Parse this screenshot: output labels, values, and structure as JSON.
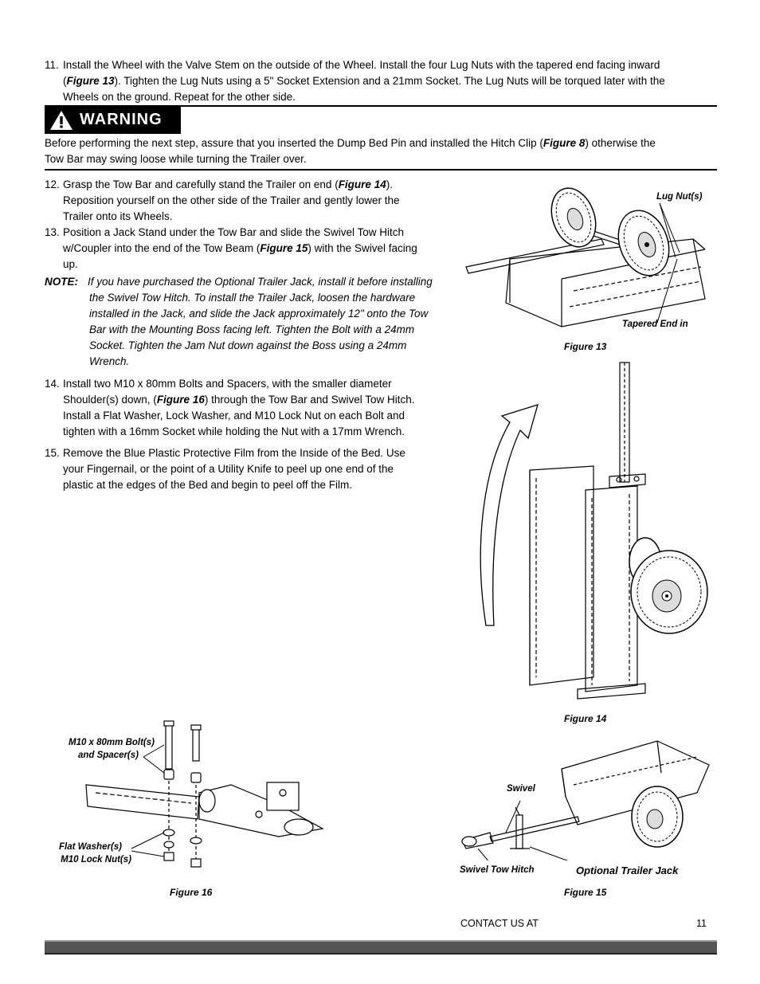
{
  "step11": {
    "num": "11.",
    "line1": "Install the Wheel with the Valve Stem on the outside of the Wheel.  Install the four Lug Nuts with the tapered end facing inward",
    "line2_pre": "(",
    "line2_ref": "Figure 13",
    "line2_post": ").  Tighten the Lug Nuts using a 5\" Socket Extension and a 21mm Socket.  The Lug Nuts will be torqued later with the",
    "line3": "Wheels on the ground.  Repeat for the other side."
  },
  "warning": {
    "label": "WARNING",
    "line1_pre": "Before performing the next step, assure that you inserted the Dump Bed Pin and installed the Hitch Clip (",
    "line1_ref": "Figure 8",
    "line1_post": ") otherwise the",
    "line2": "Tow Bar may swing loose while turning the Trailer over."
  },
  "step12": {
    "num": "12.",
    "line1_pre": "Grasp the Tow Bar and carefully stand the Trailer on end (",
    "line1_ref": "Figure 14",
    "line1_post": ").",
    "line2": "Reposition yourself on the other side of the Trailer and gently lower the",
    "line3": "Trailer onto its Wheels."
  },
  "step13": {
    "num": "13.",
    "line1": "Position a Jack Stand under the Tow Bar and slide the Swivel Tow Hitch",
    "line2_pre": "w/Coupler into the end of the Tow Beam (",
    "line2_ref": "Figure 15",
    "line2_post": ") with the Swivel facing",
    "line3": "up."
  },
  "note": {
    "label": "NOTE:",
    "line1": "If you have purchased the Optional Trailer Jack, install it before installing",
    "line2": "the Swivel Tow Hitch.  To install the Trailer Jack, loosen the hardware",
    "line3": "installed in the Jack, and slide the Jack approximately 12\" onto the Tow",
    "line4": "Bar with the Mounting Boss facing left.  Tighten the Bolt with a 24mm",
    "line5": "Socket.  Tighten the Jam Nut down against the Boss using a 24mm",
    "line6": "Wrench."
  },
  "step14": {
    "num": "14.",
    "line1": "Install two M10 x 80mm Bolts and Spacers, with the smaller diameter",
    "line2_pre": "Shoulder(s) down, (",
    "line2_ref": "Figure 16",
    "line2_post": ") through the Tow Bar and Swivel Tow Hitch.",
    "line3": "Install a Flat Washer, Lock Washer, and M10 Lock Nut on each Bolt and",
    "line4": "tighten with a 16mm Socket while holding the Nut with a 17mm Wrench."
  },
  "step15": {
    "num": "15.",
    "line1": "Remove the Blue Plastic Protective Film from the Inside of the Bed.  Use",
    "line2": "your Fingernail, or the point of a Utility Knife to peel up one end of the",
    "line3": "plastic at the edges of the Bed and begin to peel off the Film."
  },
  "figure13": {
    "caption": "Figure 13",
    "callout_lug": "Lug Nut(s)",
    "callout_tapered": "Tapered End in"
  },
  "figure14": {
    "caption": "Figure 14"
  },
  "figure15": {
    "caption": "Figure 15",
    "callout_swivel": "Swivel",
    "callout_hitch": "Swivel Tow Hitch",
    "callout_jack": "Optional Trailer Jack"
  },
  "figure16": {
    "caption": "Figure 16",
    "callout_bolt1": "M10 x 80mm Bolt(s)",
    "callout_bolt2": "and Spacer(s)",
    "callout_washer": "Flat Washer(s)",
    "callout_nut": "M10 Lock Nut(s)"
  },
  "footer": {
    "contact": "CONTACT US AT",
    "page": "11"
  }
}
